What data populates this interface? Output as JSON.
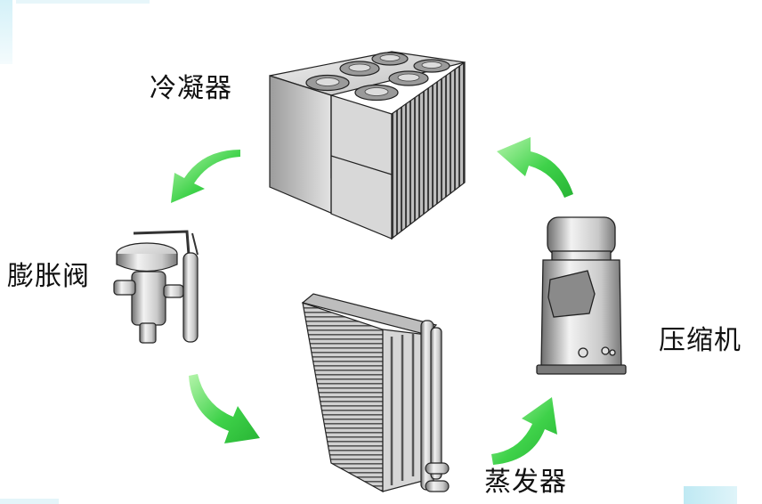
{
  "labels": {
    "condenser": "冷凝器",
    "expansion_valve": "膨胀阀",
    "compressor": "压缩机",
    "evaporator": "蒸发器"
  },
  "colors": {
    "arrow": "#3fd24a",
    "arrow_light": "#a8f0a0",
    "metal_dark": "#4a4a4a",
    "metal_light": "#e6e6e6",
    "corner_accent": "#cdeef6"
  },
  "icons": [
    "condenser-unit-icon",
    "expansion-valve-icon",
    "evaporator-coil-icon",
    "compressor-icon",
    "cycle-arrow-icon"
  ]
}
